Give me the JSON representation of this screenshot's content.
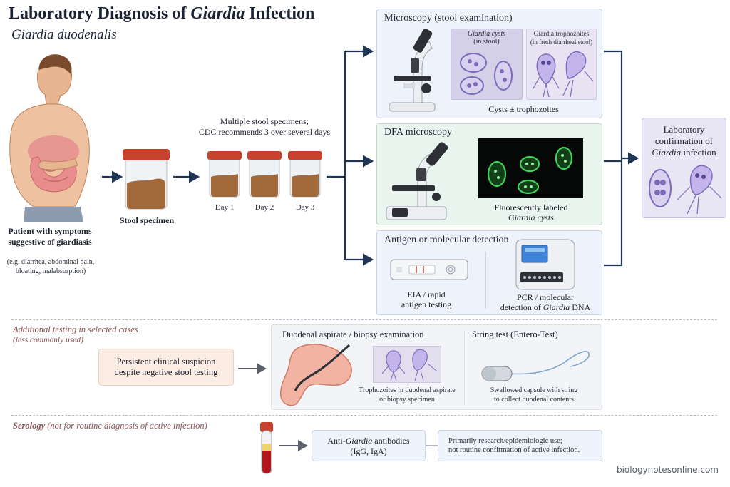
{
  "title_pre": "Laboratory Diagnosis of ",
  "title_italic": "Giardia",
  "title_post": " Infection",
  "subtitle": "Giardia duodenalis",
  "patient": {
    "label": "Patient with symptoms suggestive of giardiasis",
    "note": "(e.g. diarrhea, abdominal pain, bloating, malabsorption)"
  },
  "specimen": {
    "label": "Stool specimen"
  },
  "multi": {
    "line1": "Multiple stool specimens;",
    "line2": "CDC recommends 3 over several days",
    "days": [
      "Day 1",
      "Day 2",
      "Day 3"
    ]
  },
  "microscopy": {
    "title": "Microscopy (stool examination)",
    "cysts_title": "Giardia cysts",
    "cysts_sub": "(in stool)",
    "troph_title": "Giardia trophozoites",
    "troph_sub": "(in fresh diarrheal stool)",
    "footer": "Cysts ± trophozoites"
  },
  "dfa": {
    "title": "DFA microscopy",
    "label_line1": "Fluorescently labeled",
    "label_line2": "Giardia cysts"
  },
  "antigen": {
    "title": "Antigen or molecular detection",
    "eia_line1": "EIA / rapid",
    "eia_line2": "antigen testing",
    "pcr_line1": "PCR / molecular",
    "pcr_line2_pre": "detection of ",
    "pcr_line2_italic": "Giardia",
    "pcr_line2_post": " DNA"
  },
  "final": {
    "line1": "Laboratory",
    "line2": "confirmation of",
    "line3_italic": "Giardia",
    "line3_post": " infection"
  },
  "additional": {
    "heading": "Additional testing in selected cases",
    "subheading": "(less commonly used)",
    "persistent_line1": "Persistent clinical suspicion",
    "persistent_line2": "despite negative stool testing",
    "duodenal_title": "Duodenal aspirate / biopsy examination",
    "duodenal_line1": "Trophozoites in duodenal aspirate",
    "duodenal_line2": "or biopsy specimen",
    "string_title": "String test (Entero-Test)",
    "string_line1": "Swallowed capsule with string",
    "string_line2": "to collect duodenal contents"
  },
  "serology": {
    "heading": "Serology",
    "heading_note": " (not for routine diagnosis of active infection)",
    "anti_line1_pre": "Anti-",
    "anti_line1_italic": "Giardia",
    "anti_line1_post": " antibodies",
    "anti_line2": "(IgG, IgA)",
    "use_line1": "Primarily research/epidemiologic use;",
    "use_line2": "not routine confirmation of active infection."
  },
  "watermark": "biologynotesonline.com",
  "colors": {
    "arrow": "#1f3555",
    "stool": "#a26a3b",
    "lid": "#c8412c",
    "cyst": "#7c6bb8",
    "fluorescent": "#3fd35a"
  }
}
